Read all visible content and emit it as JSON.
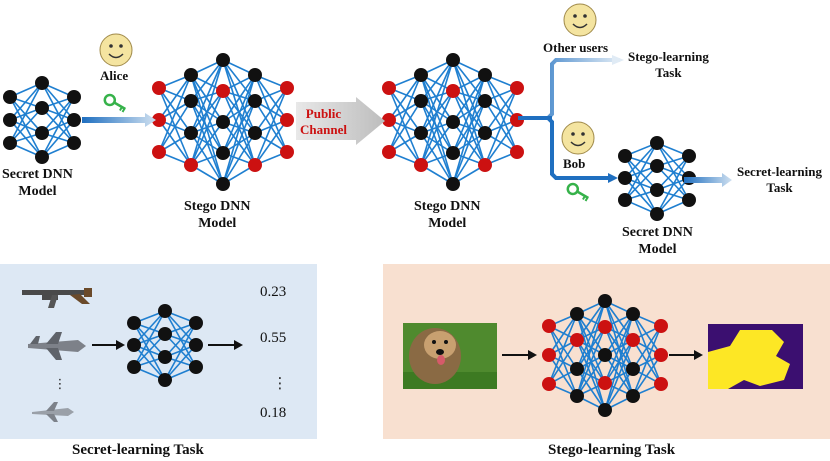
{
  "labels": {
    "alice": "Alice",
    "bob": "Bob",
    "other_users": "Other users",
    "public_channel": "Public\nChannel",
    "secret_dnn_model": "Secret DNN\nModel",
    "stego_dnn_model": "Stego DNN\nModel",
    "stego_learning_task": "Stego-learning\nTask",
    "secret_learning_task": "Secret-learning\nTask",
    "secret_dnn_model_bob": "Secret DNN\nModel"
  },
  "secret_panel": {
    "caption": "Secret-learning Task",
    "outputs": [
      "0.23",
      "0.55",
      "0.18"
    ],
    "ellipsis_left": "⋮",
    "ellipsis_right": "⋮"
  },
  "stego_panel": {
    "caption": "Stego-learning Task"
  },
  "colors": {
    "node_black": "#111111",
    "node_red": "#cc1111",
    "edge_blue": "#1f7fd0",
    "panel_blue": "#dde8f4",
    "panel_peach": "#f8e0d0",
    "face_yellow": "#f4e4a0",
    "key_green": "#36b24a",
    "channel_text": "#cc1111"
  }
}
